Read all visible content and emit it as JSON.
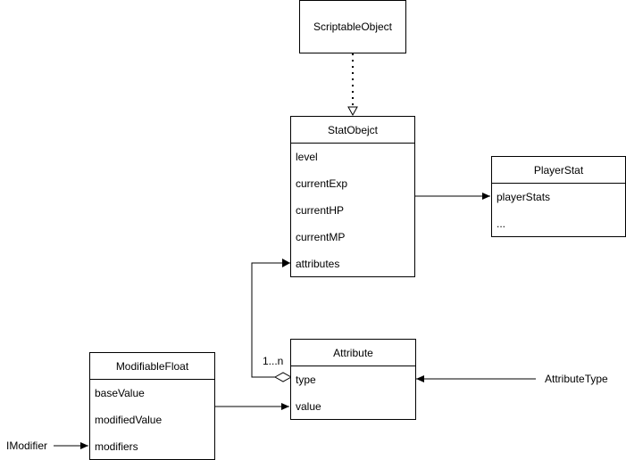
{
  "scriptable_object": {
    "title": "ScriptableObject"
  },
  "stat_object": {
    "title": "StatObejct",
    "fields": [
      "level",
      "currentExp",
      "currentHP",
      "currentMP",
      "attributes"
    ]
  },
  "player_stat": {
    "title": "PlayerStat",
    "fields": [
      "playerStats",
      "..."
    ]
  },
  "attribute": {
    "title": "Attribute",
    "fields": [
      "type",
      "value"
    ]
  },
  "modifiable_float": {
    "title": "ModifiableFloat",
    "fields": [
      "baseValue",
      "modifiedValue",
      "modifiers"
    ]
  },
  "labels": {
    "multiplicity": "1...n",
    "attribute_type": "AttributeType",
    "imodifier": "IModifier"
  }
}
